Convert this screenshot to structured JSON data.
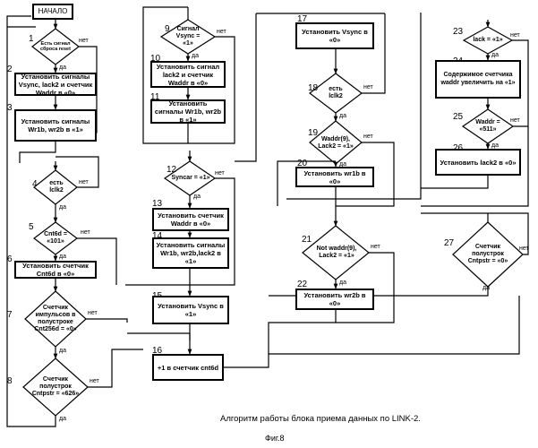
{
  "diagram": {
    "start_label": "НАЧАЛО",
    "yes": "да",
    "no": "нет",
    "blocks": {
      "b1": {
        "num": "1",
        "text": "Есть сигнал сброса reset"
      },
      "b2": {
        "num": "2",
        "text": "Установить сигналы Vsync, lack2 и счетчик Waddr в «0»"
      },
      "b3": {
        "num": "3",
        "text": "Установить сигналы Wr1b, wr2b в «1»"
      },
      "b4": {
        "num": "4",
        "text": "есть lclk2"
      },
      "b5": {
        "num": "5",
        "text": "Cnt6d = «101»"
      },
      "b6": {
        "num": "6",
        "text": "Установить счетчик Cnt6d в «0»"
      },
      "b7": {
        "num": "7",
        "text": "Счетчик импульсов в полустроке Cnt256d = «0»"
      },
      "b8": {
        "num": "8",
        "text": "Счетчик полустрок Cntpstr = «626»"
      },
      "b9": {
        "num": "9",
        "text": "Сигнал Vsync = «1»"
      },
      "b10": {
        "num": "10",
        "text": "Установить сигнал lack2 и счетчик Waddr в «0»"
      },
      "b11": {
        "num": "11",
        "text": "Установить сигналы Wr1b, wr2b в «1»"
      },
      "b12": {
        "num": "12",
        "text": "Syncar = «1»"
      },
      "b13": {
        "num": "13",
        "text": "Установить счетчик Waddr в «0»"
      },
      "b14": {
        "num": "14",
        "text": "Установить сигналы Wr1b, wr2b,lack2 в «1»"
      },
      "b15": {
        "num": "15",
        "text": "Установить Vsync в «1»"
      },
      "b16": {
        "num": "16",
        "text": "+1 в счетчик cnt6d"
      },
      "b17": {
        "num": "17",
        "text": "Установить Vsync в «0»"
      },
      "b18": {
        "num": "18",
        "text": "есть lclk2"
      },
      "b19": {
        "num": "19",
        "text": "Waddr(9), Lack2 = «1»"
      },
      "b20": {
        "num": "20",
        "text": "Установить wr1b в «0»"
      },
      "b21": {
        "num": "21",
        "text": "Not waddr(9), Lack2 = «1»"
      },
      "b22": {
        "num": "22",
        "text": "Установить wr2b в «0»"
      },
      "b23": {
        "num": "23",
        "text": "lack = «1»"
      },
      "b24": {
        "num": "24",
        "text": "Содержимое счетчика waddr увеличить на «1»"
      },
      "b25": {
        "num": "25",
        "text": "Waddr = «511»"
      },
      "b26": {
        "num": "26",
        "text": "Установить lack2 в «0»"
      },
      "b27": {
        "num": "27",
        "text": "Счетчик полустрок Cntpstr = «0»"
      }
    },
    "caption": "Алгоритм работы блока приема данных по LINK-2.",
    "figure_label": "Фиг.8"
  }
}
